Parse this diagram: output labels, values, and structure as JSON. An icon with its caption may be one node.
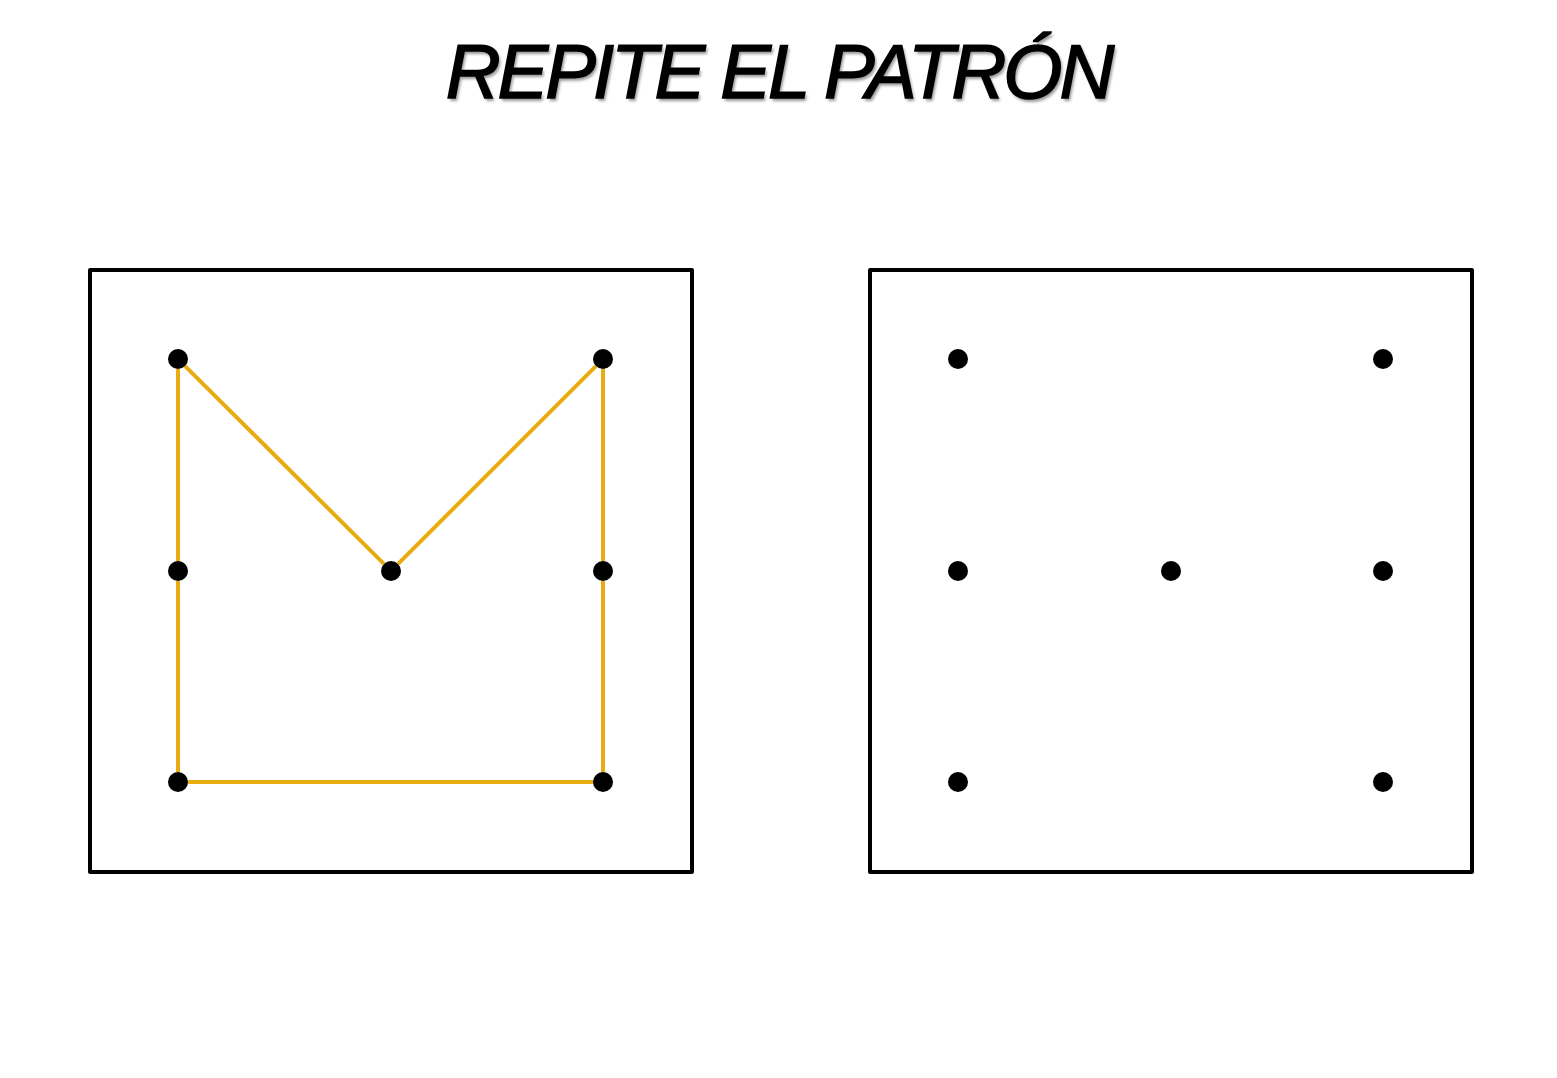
{
  "diagram": {
    "title": "REPITE EL PATRÓN",
    "nodes": [
      {
        "text": [],
        "shape": "box"
      },
      {
        "text": [],
        "shape": "circle",
        "in": 0
      },
      {
        "text": [],
        "shape": "circle",
        "in": 0
      },
      {
        "text": [],
        "shape": "circle",
        "in": 0
      },
      {
        "text": [],
        "shape": "circle",
        "in": 0
      },
      {
        "text": [],
        "shape": "circle",
        "in": 0
      },
      {
        "text": [],
        "shape": "circle",
        "in": 0
      },
      {
        "text": [],
        "shape": "circle",
        "in": 0
      },
      {
        "text": [],
        "shape": "box"
      },
      {
        "text": [],
        "shape": "circle",
        "in": 8
      },
      {
        "text": [],
        "shape": "circle",
        "in": 8
      },
      {
        "text": [],
        "shape": "circle",
        "in": 8
      },
      {
        "text": [],
        "shape": "circle",
        "in": 8
      },
      {
        "text": [],
        "shape": "circle",
        "in": 8
      },
      {
        "text": [],
        "shape": "circle",
        "in": 8
      },
      {
        "text": [],
        "shape": "circle",
        "in": 8
      }
    ],
    "edges": [
      {
        "from": 1,
        "to": 4,
        "arrow": "none"
      },
      {
        "from": 4,
        "to": 2,
        "arrow": "none"
      },
      {
        "from": 1,
        "to": 3,
        "arrow": "none"
      },
      {
        "from": 2,
        "to": 5,
        "arrow": "none"
      },
      {
        "from": 3,
        "to": 6,
        "arrow": "none"
      },
      {
        "from": 5,
        "to": 7,
        "arrow": "none"
      },
      {
        "from": 6,
        "to": 7,
        "arrow": "none"
      }
    ]
  }
}
